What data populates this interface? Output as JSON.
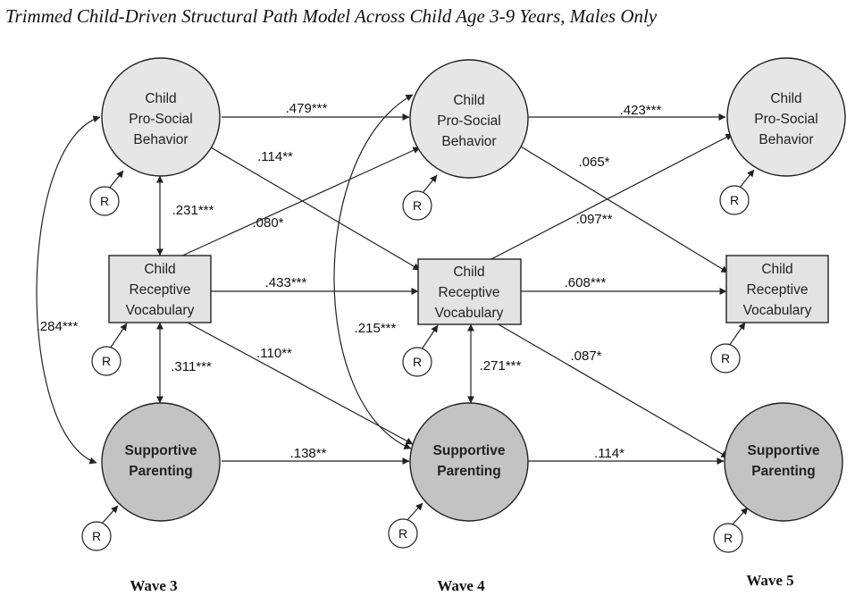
{
  "title": "Trimmed Child-Driven Structural Path Model Across Child Age 3-9 Years, Males Only",
  "waves": [
    "Wave 3",
    "Wave 4",
    "Wave 5"
  ],
  "residual_label": "R",
  "nodes": {
    "prosocial": [
      "Child",
      "Pro-Social",
      "Behavior"
    ],
    "vocabulary": [
      "Child",
      "Receptive",
      "Vocabulary"
    ],
    "parenting": [
      "Supportive",
      "Parenting"
    ]
  },
  "paths": {
    "ps3_ps4": ".479***",
    "ps4_ps5": ".423***",
    "ps3_rv4": ".114**",
    "ps4_rv5": ".065*",
    "rv3_ps4": ".080*",
    "rv4_ps5": ".097**",
    "rv3_rv4": ".433***",
    "rv4_rv5": ".608***",
    "rv3_sp4": ".110**",
    "rv4_sp5": ".087*",
    "sp3_sp4": ".138**",
    "sp4_sp5": ".114*",
    "cov_ps3_rv3": ".231***",
    "cov_rv3_sp3": ".311***",
    "cov_rv4_sp4": ".271***",
    "cov_ps3_sp3": ".284***",
    "cov_ps4_sp4": ".215***"
  }
}
